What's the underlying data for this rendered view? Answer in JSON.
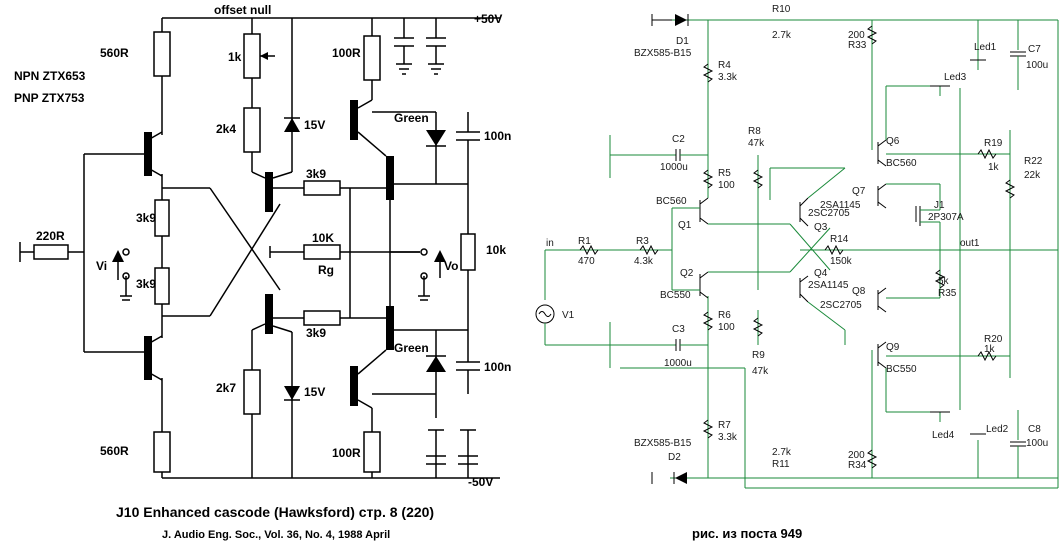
{
  "left_schematic": {
    "top_rail": "+50V",
    "bottom_rail": "-50V",
    "offset_null": "offset null",
    "transistors": [
      "NPN ZTX653",
      "PNP ZTX753"
    ],
    "r_top_left": "560R",
    "r_bottom_left": "560R",
    "r_trim": "1k",
    "r_2k4": "2k4",
    "r_2k7": "2k7",
    "zener_top": "15V",
    "zener_bottom": "15V",
    "r_100_top": "100R",
    "r_100_bottom": "100R",
    "led_top": "Green",
    "led_bottom": "Green",
    "c_top": "100n",
    "c_bottom": "100n",
    "r_in": "220R",
    "r_3k9_a": "3k9",
    "r_3k9_b": "3k9",
    "r_3k9_c": "3k9",
    "r_3k9_d": "3k9",
    "r_10k_mid": "10K",
    "rg": "Rg",
    "r_10k_right": "10k",
    "vi": "Vi",
    "vo": "Vo",
    "title": "J10 Enhanced cascode (Hawksford) стр. 8 (220)",
    "subtitle": "J. Audio Eng. Soc., Vol. 36, No. 4, 1988 April"
  },
  "right_schematic": {
    "caption": "рис. из поста 949",
    "labels": {
      "d1": "D1",
      "d1_val": "BZX585-B15",
      "d2": "D2",
      "d2_val": "BZX585-B15",
      "r10": "R10",
      "r10_val": "2.7k",
      "r11": "R11",
      "r11_val": "2.7k",
      "r4": "R4",
      "r4_val": "3.3k",
      "r7": "R7",
      "r7_val": "3.3k",
      "r5": "R5",
      "r5_val": "100",
      "r6": "R6",
      "r6_val": "100",
      "r8": "R8",
      "r8_val": "47k",
      "r9": "R9",
      "r9_val": "47k",
      "c2": "C2",
      "c2_val": "1000u",
      "c3": "C3",
      "c3_val": "1000u",
      "q1": "Q1",
      "q1_type": "BC560",
      "q2": "Q2",
      "q2_type": "BC550",
      "q3": "Q3",
      "q3_type": "2SC2705",
      "q4": "Q4",
      "q4_type": "2SA1145",
      "q5_type": "2SA1145",
      "q6": "Q6",
      "q6_type": "BC560",
      "q7": "Q7",
      "q8": "Q8",
      "q8_type": "2SC2705",
      "q9": "Q9",
      "q9_type": "BC550",
      "r1": "R1",
      "r1_val": "470",
      "r3": "R3",
      "r3_val": "4.3k",
      "r14": "R14",
      "r14_val": "150k",
      "r33": "R33",
      "r33_val": "200",
      "r34": "R34",
      "r34_val": "200",
      "r35": "R35",
      "r35_val": "5k",
      "r19": "R19",
      "r19_val": "1k",
      "r20": "R20",
      "r20_val": "1k",
      "r22": "R22",
      "r22_val": "22k",
      "j1": "J1",
      "j1_type": "2P307A",
      "led1": "Led1",
      "led2": "Led2",
      "led3": "Led3",
      "led4": "Led4",
      "c7": "C7",
      "c7_val": "100u",
      "c8": "C8",
      "c8_val": "100u",
      "in": "in",
      "out": "out1",
      "v1": "V1"
    }
  }
}
